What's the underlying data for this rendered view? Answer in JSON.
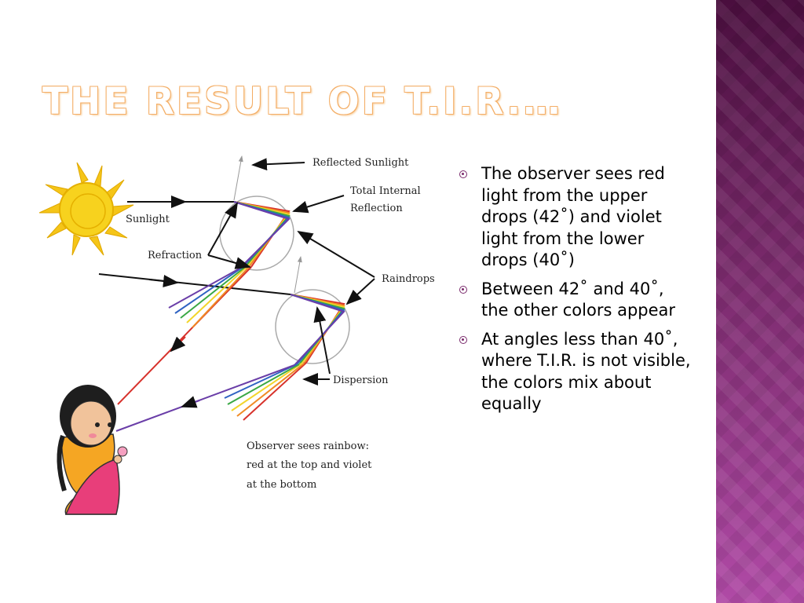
{
  "slide": {
    "title": "The Result of T.I.R.…",
    "accent_color": "#f4b06a",
    "band_color": "#7a2a6c"
  },
  "diagram": {
    "labels": {
      "reflected_sunlight": "Reflected Sunlight",
      "total_internal_line1": "Total Internal",
      "total_internal_line2": "Reflection",
      "sunlight": "Sunlight",
      "refraction": "Refraction",
      "raindrops": "Raindrops",
      "dispersion": "Dispersion",
      "observer_line1": "Observer sees rainbow:",
      "observer_line2": "red at the top and violet",
      "observer_line3": "at the bottom"
    },
    "spectrum_colors": [
      "#d7322c",
      "#f08a24",
      "#f2d52b",
      "#3aa845",
      "#2f63c2",
      "#6a3ea8"
    ]
  },
  "bullets": [
    "The observer sees red light from the upper drops (42˚) and violet light from the lower drops (40˚)",
    "Between 42˚ and 40˚, the other colors appear",
    "At angles less than 40˚, where T.I.R. is not visible, the colors mix about equally"
  ]
}
